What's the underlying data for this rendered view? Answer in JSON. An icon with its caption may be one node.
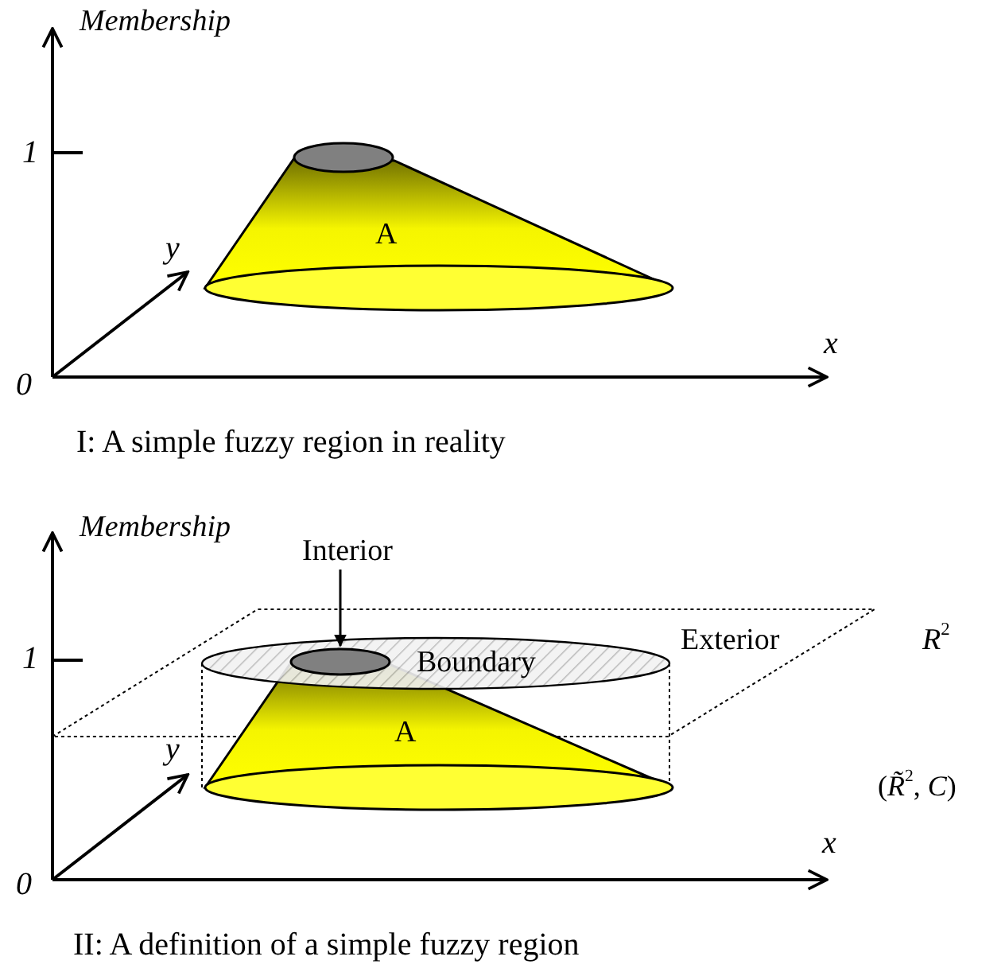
{
  "diagram": {
    "nodes": [
      {
        "text": [
          "Interior"
        ]
      },
      {
        "text": [],
        "shape": "ellipse"
      }
    ],
    "edges": [
      {
        "from": 0,
        "to": 1,
        "arrow": "to"
      }
    ],
    "labels": [
      "Membership",
      "1",
      "A",
      "y",
      "0",
      "x",
      "I: A simple fuzzy region in reality",
      "Membership",
      "1",
      "Boundary",
      "Exterior",
      "*R*$^{2}$",
      "A",
      "*y*",
      "(*R̃*$^{2}$, *C*)",
      "x",
      "0",
      "II: A definition of a simple fuzzy region"
    ]
  }
}
